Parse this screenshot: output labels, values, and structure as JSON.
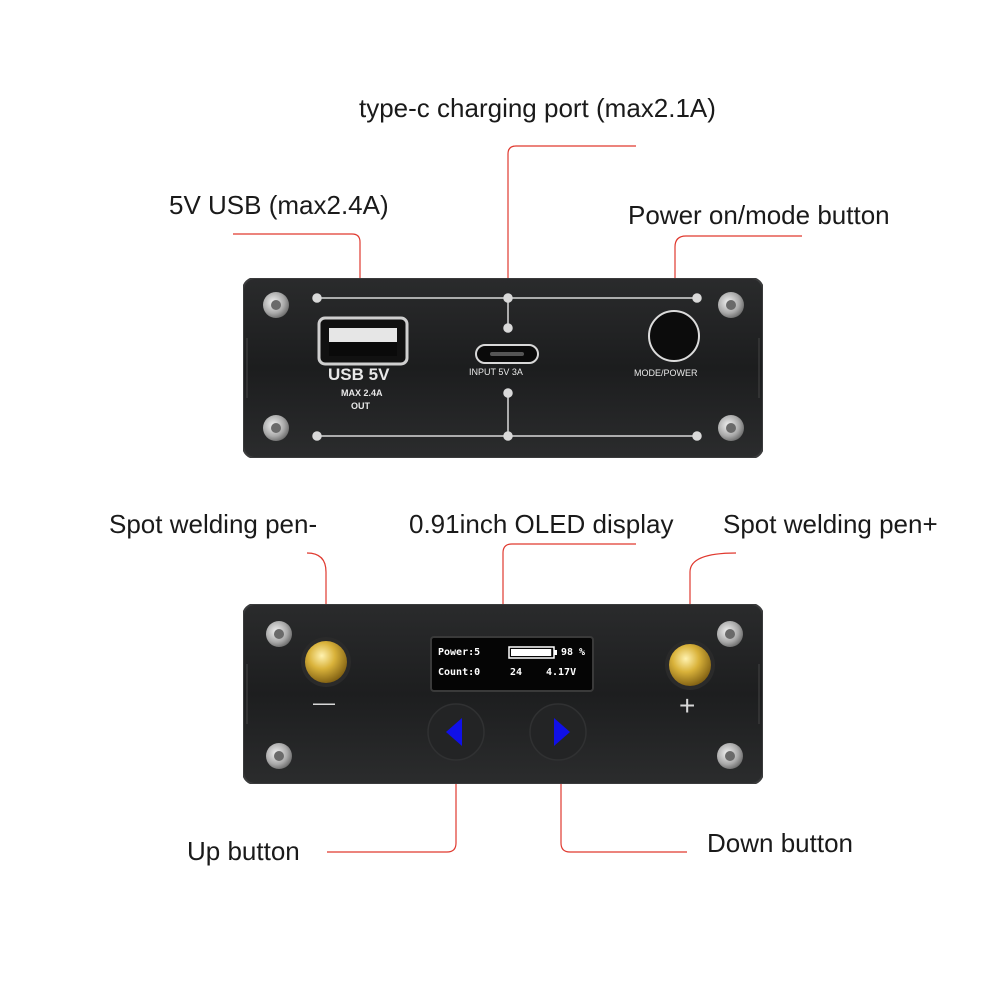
{
  "callouts": {
    "typec": "type-c charging port (max2.1A)",
    "usb": "5V USB (max2.4A)",
    "power": "Power on/mode button",
    "pen_minus": "Spot welding pen-",
    "oled": "0.91inch OLED display",
    "pen_plus": "Spot welding pen+",
    "up": "Up  button",
    "down": "Down button"
  },
  "top_panel": {
    "usb_label": "USB 5V",
    "usb_spec": "MAX 2.4A",
    "usb_out": "OUT",
    "input_label": "INPUT  5V  3A",
    "mode_label": "MODE/POWER"
  },
  "bottom_panel": {
    "minus_sign": "—",
    "plus_sign": "+",
    "oled": {
      "power": "Power:5",
      "battery_pct": "98 %",
      "battery_level": 0.98,
      "count": "Count:0",
      "count_value": "24",
      "voltage": "4.17V"
    }
  },
  "colors": {
    "leader": "#e0392f",
    "panel": "#1f2021",
    "button_blue": "#1010e8"
  }
}
